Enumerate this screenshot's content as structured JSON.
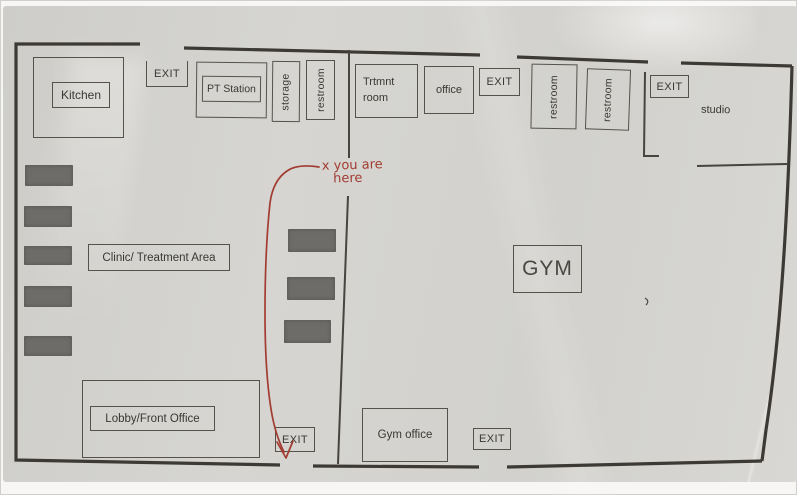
{
  "colors": {
    "paper": "#d6d5d1",
    "wall": "#3d3a35",
    "inner_wall": "#48443f",
    "box_border": "#55524c",
    "equipment": "#6d6c69",
    "text": "#3b3833",
    "annotation": "#a23c31"
  },
  "exit_label": "EXIT",
  "rooms": {
    "kitchen": "Kitchen",
    "pt_station": "PT Station",
    "storage": "storage",
    "restroom_top": "restroom",
    "trtmnt_room": "Trtmnt room",
    "office": "office",
    "restroom_right_1": "restroom",
    "restroom_right_2": "restroom",
    "studio": "studio",
    "clinic_area": "Clinic/ Treatment Area",
    "gym": "GYM",
    "lobby": "Lobby/Front Office",
    "gym_office": "Gym office"
  },
  "annotation": {
    "line1": "x you are",
    "line2": "here"
  }
}
